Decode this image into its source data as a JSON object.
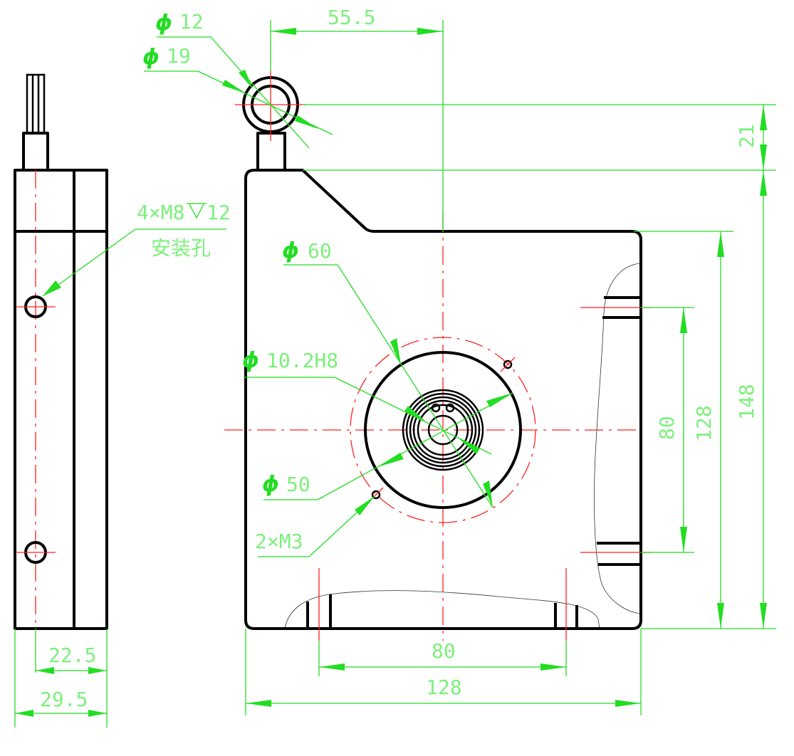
{
  "colors": {
    "outline": "#000000",
    "dimension": "#22dd22",
    "centerline": "#ff2020",
    "text": "#7cf07c"
  },
  "labels": {
    "phi_symbol": "ϕ",
    "eyelet_inner_dia": "12",
    "eyelet_outer_dia": "19",
    "eyelet_offset": "55.5",
    "mount_thread": "4×M8",
    "mount_depth": "12",
    "mount_caption": "安装孔",
    "dia_60": "60",
    "dia_bore": "10.2H8",
    "dia_50": "50",
    "small_holes": "2×M3",
    "side_depth_inner": "22.5",
    "side_depth_total": "29.5",
    "bottom_hole_spacing": "80",
    "bottom_width": "128",
    "right_hole_spacing": "80",
    "right_height_inner": "128",
    "right_height_total": "148",
    "eyelet_height": "21"
  }
}
